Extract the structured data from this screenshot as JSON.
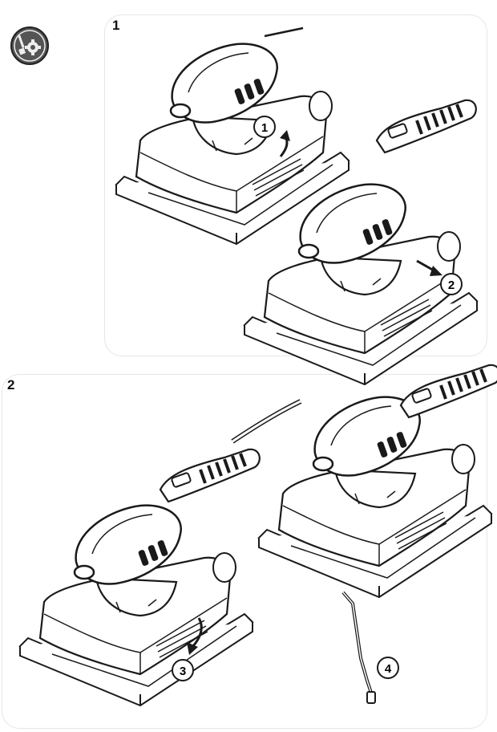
{
  "steps": [
    {
      "number": "1",
      "callouts": [
        "1",
        "2"
      ]
    },
    {
      "number": "2",
      "callouts": [
        "3",
        "4"
      ]
    }
  ],
  "icons": {
    "badge": "tools-gear-icon"
  },
  "colors": {
    "line": "#1a1a1a",
    "panel_border": "#e6e6e6"
  }
}
